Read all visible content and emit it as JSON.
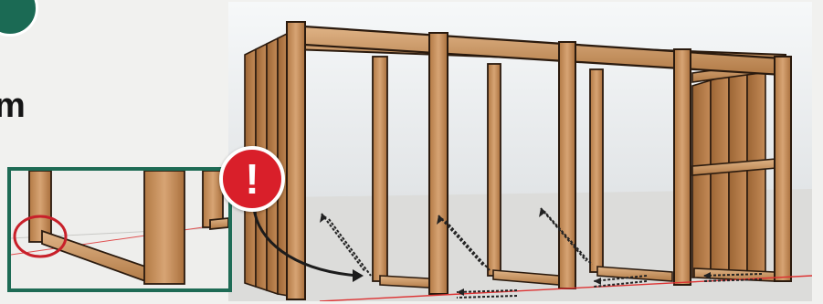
{
  "heading_fragment": "m",
  "warning_badge": {
    "symbol": "!"
  },
  "colors": {
    "accent_green": "#1b6a54",
    "warning_red": "#d91f2a",
    "wood": "#c8935f",
    "wood_dark": "#8a5a30",
    "outline": "#2a1a0e",
    "ground_line": "#d33"
  },
  "icons": [
    "step-badge",
    "warning-icon",
    "highlight-circle",
    "curved-arrow",
    "dashed-arrows"
  ]
}
